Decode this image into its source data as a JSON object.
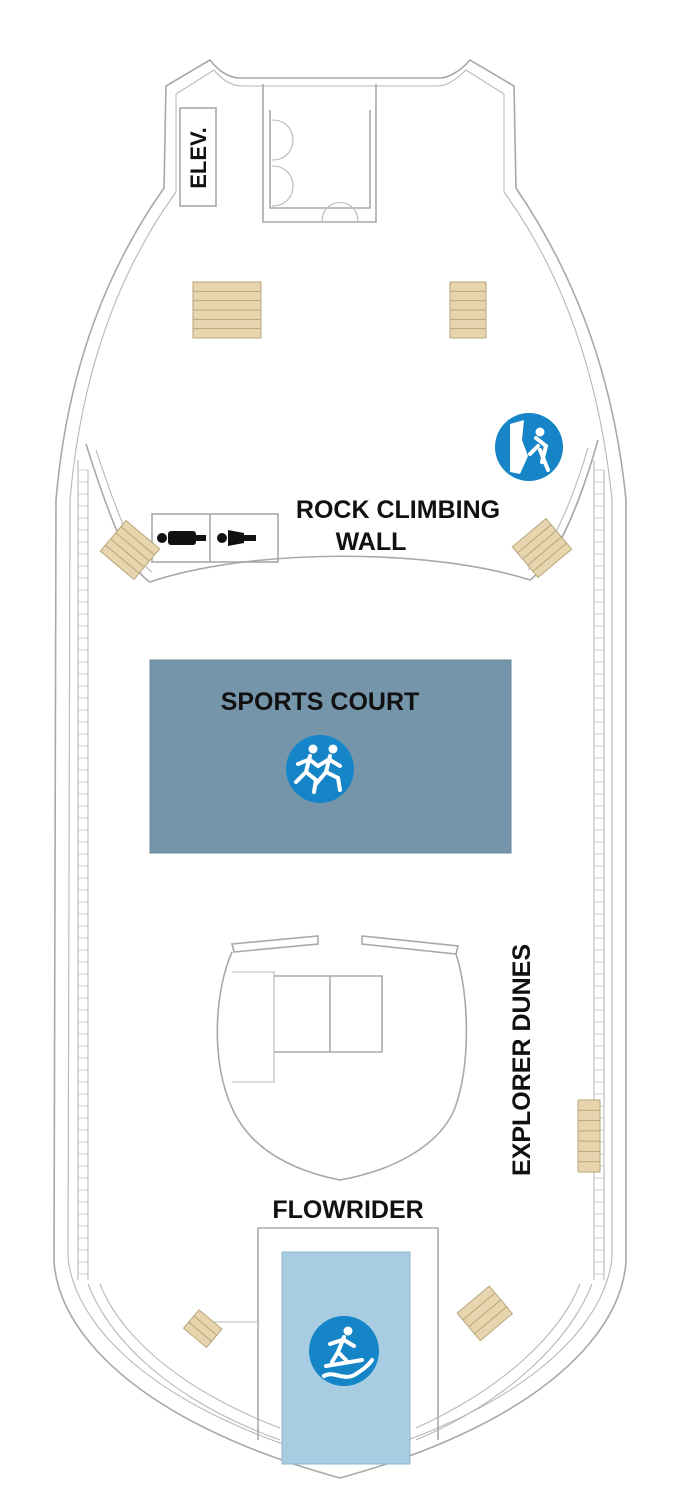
{
  "deck_plan": {
    "labels": {
      "elevator": "ELEV.",
      "rock_wall_line1": "ROCK CLIMBING",
      "rock_wall_line2": "WALL",
      "sports_court": "SPORTS COURT",
      "explorer_dunes": "EXPLORER DUNES",
      "flowrider": "FLOWRIDER"
    },
    "icons": {
      "rock_wall": "rock-climbing-icon",
      "sports_court": "running-icon",
      "flowrider": "surfing-icon",
      "restroom_men": "men-restroom-icon",
      "restroom_women": "women-restroom-icon"
    },
    "colors": {
      "hull_outline": "#a9a9a9",
      "sports_court_fill": "#7595aa",
      "flowrider_fill": "#a8cde3",
      "stairs_fill": "#e6d5ae",
      "icon_circle": "#1585c7",
      "label_text": "#111111"
    }
  }
}
